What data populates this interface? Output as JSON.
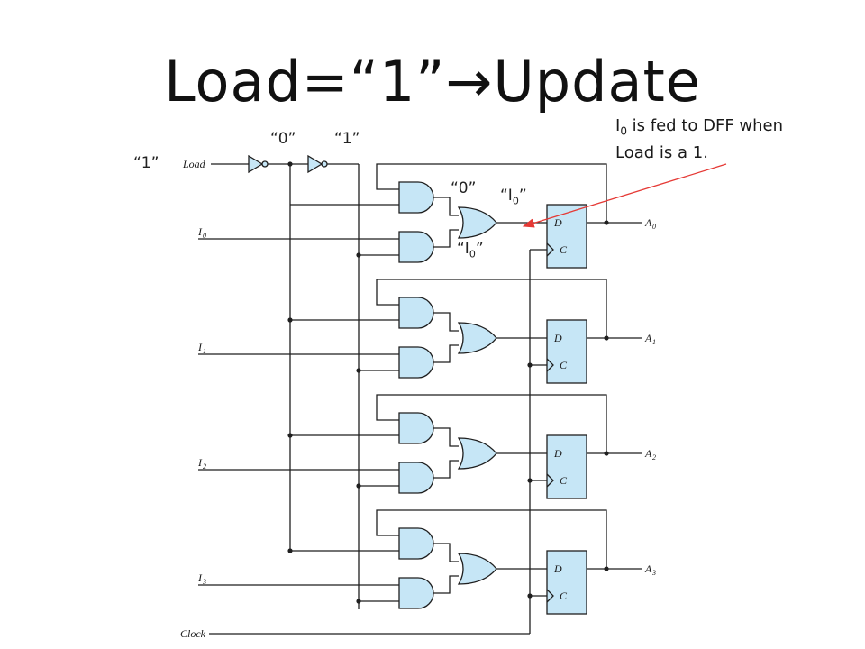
{
  "slide": {
    "title": "Load=“1”→Update"
  },
  "annotation": {
    "prefix": "I",
    "sub": "0",
    "line1_rest": " is fed to DFF when",
    "line2": "Load is a 1."
  },
  "value_labels": {
    "load_input": "“1”",
    "inv1_out": "“0”",
    "inv2_out": "“1”",
    "and_top_out": "“0”",
    "or_out_open": "“I",
    "or_out_sub": "0",
    "or_out_close": "”",
    "and_bottom_open": "“I",
    "and_bottom_sub": "0",
    "and_bottom_close": "”"
  },
  "circuit": {
    "load_label": "Load",
    "clock_label": "Clock",
    "input_prefix": "I",
    "output_prefix": "A",
    "stages": [
      "0",
      "1",
      "2",
      "3"
    ],
    "dff_d": "D",
    "dff_c": "C"
  },
  "colors": {
    "gate_fill": "#c6e6f6",
    "wire": "#1f1f1f",
    "arrow": "#e53935"
  }
}
